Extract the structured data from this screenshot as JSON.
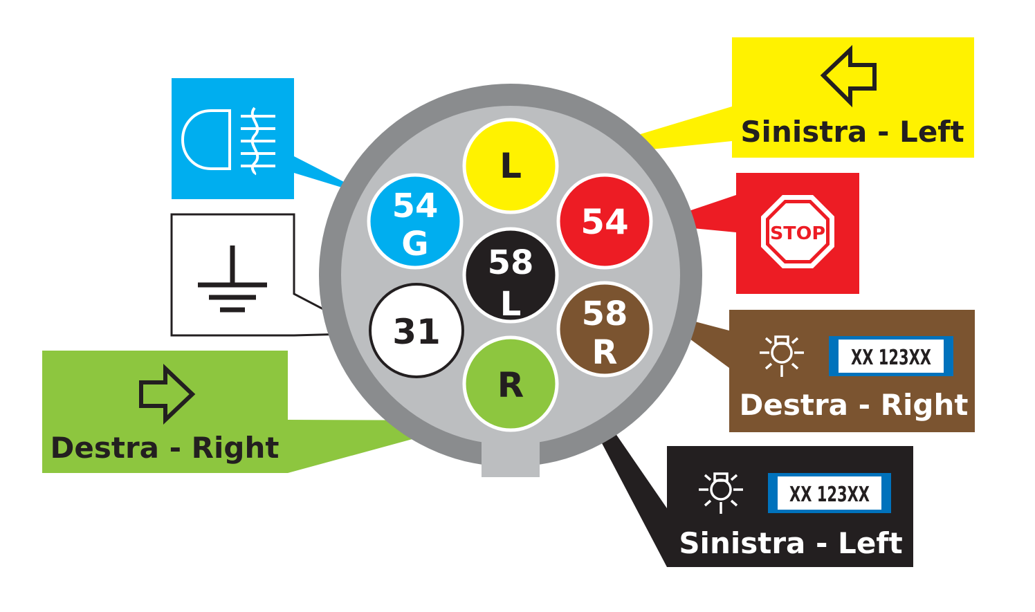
{
  "colors": {
    "yellow": "#FFF200",
    "red": "#ED1C24",
    "blue": "#00AEEF",
    "green": "#8DC63F",
    "brown": "#7B5430",
    "black": "#231F20",
    "white": "#FFFFFF",
    "housing_outer": "#8A8C8E",
    "housing_inner": "#BCBEC0"
  },
  "pins": {
    "l": {
      "label": "L",
      "color": "#FFF200",
      "text_color": "#231F20"
    },
    "54": {
      "label": "54",
      "color": "#ED1C24",
      "text_color": "#FFFFFF"
    },
    "54g": {
      "line1": "54",
      "line2": "G",
      "color": "#00AEEF",
      "text_color": "#FFFFFF"
    },
    "58l": {
      "line1": "58",
      "line2": "L",
      "color": "#231F20",
      "text_color": "#FFFFFF"
    },
    "31": {
      "label": "31",
      "color": "#FFFFFF",
      "text_color": "#231F20"
    },
    "58r": {
      "line1": "58",
      "line2": "R",
      "color": "#7B5430",
      "text_color": "#FFFFFF"
    },
    "r": {
      "label": "R",
      "color": "#8DC63F",
      "text_color": "#231F20"
    }
  },
  "callouts": {
    "left_indicator": {
      "text": "Sinistra - Left",
      "icon": "arrow-left-icon"
    },
    "brake": {
      "icon": "stop-sign-icon",
      "sign_text": "STOP"
    },
    "fog_light": {
      "icon": "fog-light-icon"
    },
    "ground": {
      "icon": "ground-icon"
    },
    "right_indicator": {
      "text": "Destra - Right",
      "icon": "arrow-right-icon"
    },
    "right_tail": {
      "text": "Destra - Right",
      "icon": "lamp-icon",
      "plate": "XX 123XX"
    },
    "left_tail": {
      "text": "Sinistra - Left",
      "icon": "lamp-icon",
      "plate": "XX 123XX"
    }
  }
}
